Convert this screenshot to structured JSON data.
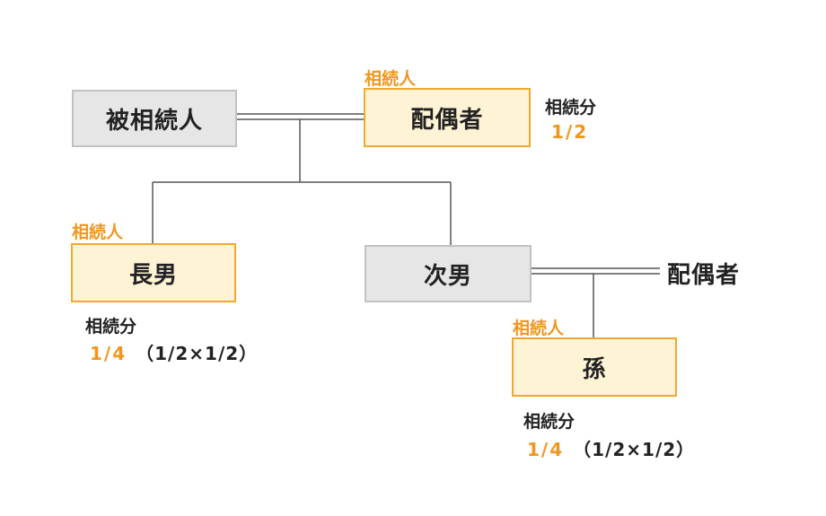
{
  "colors": {
    "heir_accent": "#f0961e",
    "heir_fill": "#fff3d6",
    "heir_border": "#f0a830",
    "non_heir_fill": "#e6e6e6",
    "non_heir_border": "#c2c2c2",
    "text": "#222222"
  },
  "people": {
    "decedent": {
      "name": "被相続人"
    },
    "spouse": {
      "tag": "相続人",
      "name": "配偶者",
      "share_label": "相続分",
      "share": "1/2"
    },
    "eldest_son": {
      "tag": "相続人",
      "name": "長男",
      "share_label": "相続分",
      "share": "1/4",
      "calc": "（1/2×1/2）"
    },
    "second_son": {
      "name": "次男"
    },
    "second_son_spouse": {
      "name": "配偶者"
    },
    "grandchild": {
      "tag": "相続人",
      "name": "孫",
      "share_label": "相続分",
      "share": "1/4",
      "calc": "（1/2×1/2）"
    }
  }
}
